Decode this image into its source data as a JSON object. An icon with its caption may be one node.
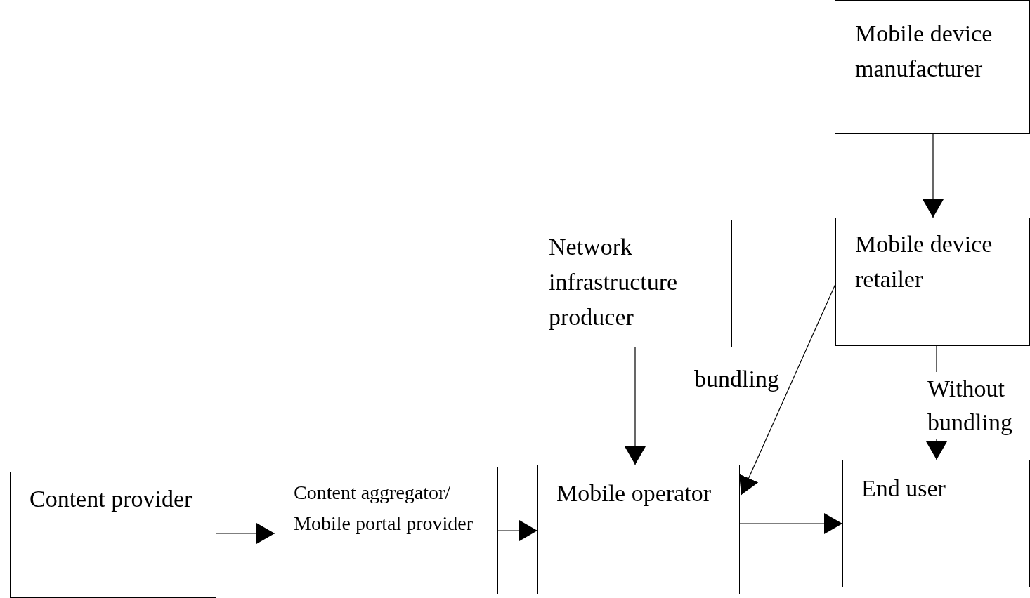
{
  "diagram": {
    "nodes": [
      {
        "text": [
          "Mobile device manufacturer"
        ]
      },
      {
        "text": [
          "Network infrastructure producer"
        ]
      },
      {
        "text": [
          "Mobile device retailer"
        ]
      },
      {
        "text": [
          "Content provider"
        ]
      },
      {
        "text": [
          "Content aggregator/ Mobile portal provider"
        ]
      },
      {
        "text": [
          "Mobile operator"
        ]
      },
      {
        "text": [
          "End user"
        ]
      }
    ],
    "edges": [
      {
        "from": 0,
        "to": 2,
        "arrow": "to"
      },
      {
        "from": 1,
        "to": 5,
        "arrow": "to"
      },
      {
        "from": 2,
        "to": 5,
        "arrow": "to",
        "label": "bundling"
      },
      {
        "from": 2,
        "to": 6,
        "arrow": "to",
        "label": "Without bundling"
      },
      {
        "from": 3,
        "to": 4,
        "arrow": "to"
      },
      {
        "from": 4,
        "to": 5,
        "arrow": "to"
      },
      {
        "from": 5,
        "to": 6,
        "arrow": "to"
      }
    ]
  }
}
